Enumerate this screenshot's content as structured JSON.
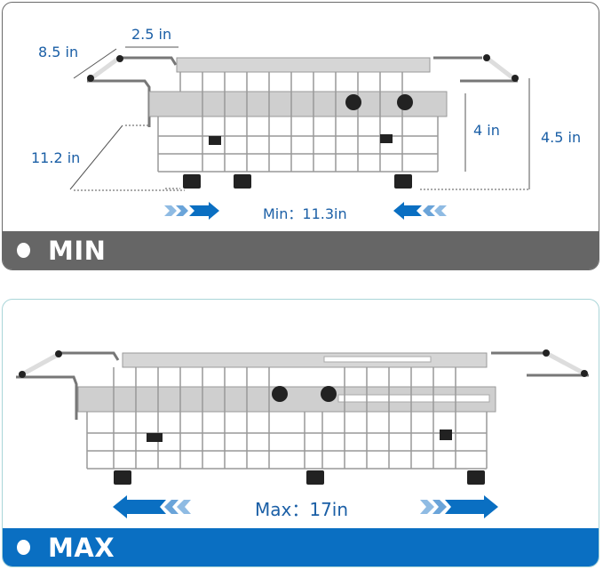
{
  "min_panel": {
    "label": "MIN",
    "bar_color": "#666666",
    "range_text": "Min：11.3in",
    "dimensions": {
      "handle_length": "8.5 in",
      "handle_depth": "2.5 in",
      "basket_depth": "11.2 in",
      "basket_height": "4 in",
      "total_height": "4.5 in"
    },
    "arrows": [
      "arrow-right-icon",
      "arrow-left-icon"
    ]
  },
  "max_panel": {
    "label": "MAX",
    "bar_color": "#0a6fc2",
    "range_text": "Max：17in",
    "arrows": [
      "arrow-left-icon",
      "arrow-right-icon"
    ]
  },
  "colors": {
    "accent_blue": "#1b5fa6",
    "arrow_blue": "#0a6fc2",
    "arrow_light": "#8fbbe3",
    "steel": "#c9c9c9"
  }
}
